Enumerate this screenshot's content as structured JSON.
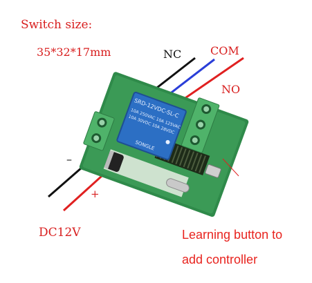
{
  "header": {
    "size_label": "Switch size:",
    "dimensions": "35*32*17mm"
  },
  "output_terminals": {
    "nc": "NC",
    "com": "COM",
    "no": "NO"
  },
  "power_terminals": {
    "minus": "–",
    "plus": "+",
    "voltage": "DC12V"
  },
  "learning_button": {
    "line1": "Learning button to",
    "line2": "add controller"
  },
  "relay": {
    "model": "SRD-12VDC-SL-C",
    "brand": "SONGLE",
    "rating_1": "10A 250VAC  10A 125VAC",
    "rating_2": "10A 30VDC  10A 28VDC"
  },
  "colors": {
    "annotation_red": "#d81e1e",
    "pcb_green": "#2f8a4a",
    "relay_blue": "#2c6fc4",
    "terminal_green": "#4fb36a",
    "wire_red": "#e02020",
    "wire_blue": "#2a3ed8",
    "wire_black": "#111111"
  }
}
